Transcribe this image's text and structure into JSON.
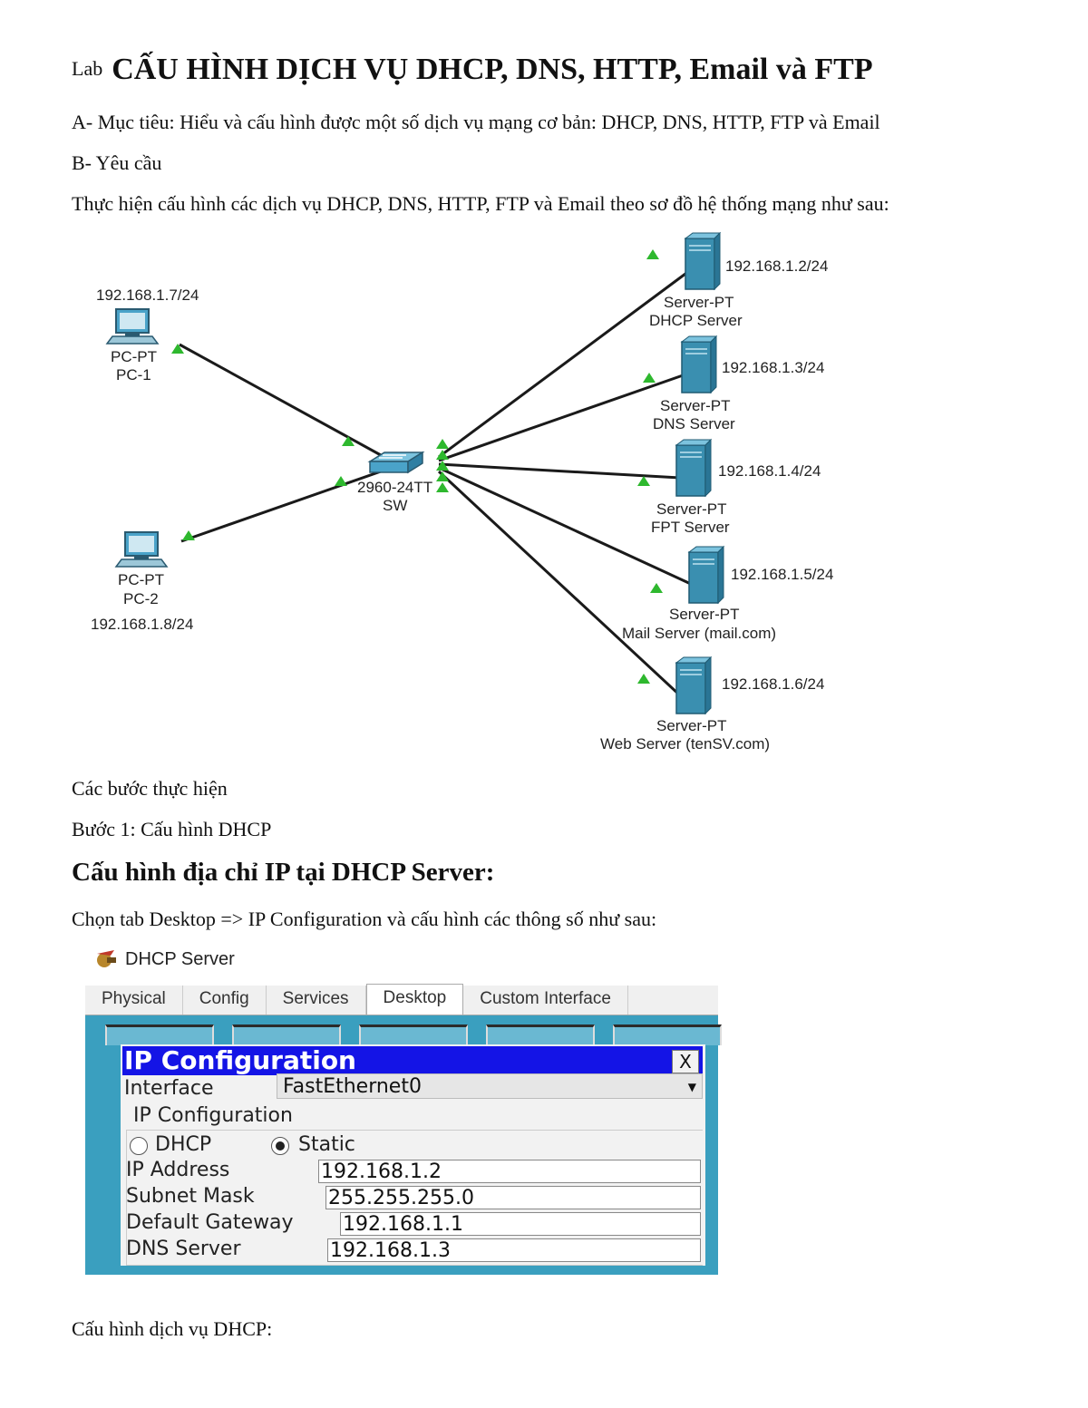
{
  "title": {
    "prefix": "Lab",
    "main": "CẤU HÌNH DỊCH VỤ DHCP, DNS, HTTP, Email và FTP"
  },
  "paragraphs": {
    "objective": "A- Mục tiêu: Hiểu và cấu hình được một số dịch vụ mạng cơ bản: DHCP, DNS, HTTP, FTP và Email",
    "requirements": "B- Yêu cầu",
    "instruction": "Thực hiện cấu hình các dịch vụ DHCP, DNS, HTTP, FTP và Email theo sơ đồ hệ  thống mạng như sau:",
    "steps": "Các bước thực hiện",
    "step1": "Bước 1: Cấu hình DHCP",
    "heading": "Cấu hình địa chỉ IP tại DHCP Server:",
    "select_tab": "Chọn tab Desktop => IP Configuration và cấu hình các thông số như sau:",
    "dhcp_service": "Cấu hình dịch vụ DHCP:"
  },
  "diagram": {
    "switch": {
      "model": "2960-24TT",
      "name": "SW"
    },
    "pcs": [
      {
        "ip": "192.168.1.7/24",
        "type": "PC-PT",
        "name": "PC-1"
      },
      {
        "ip": "192.168.1.8/24",
        "type": "PC-PT",
        "name": "PC-2"
      }
    ],
    "servers": [
      {
        "ip": "192.168.1.2/24",
        "type": "Server-PT",
        "name": "DHCP Server"
      },
      {
        "ip": "192.168.1.3/24",
        "type": "Server-PT",
        "name": "DNS Server"
      },
      {
        "ip": "192.168.1.4/24",
        "type": "Server-PT",
        "name": "FPT Server"
      },
      {
        "ip": "192.168.1.5/24",
        "type": "Server-PT",
        "name": "Mail Server (mail.com)"
      },
      {
        "ip": "192.168.1.6/24",
        "type": "Server-PT",
        "name": "Web Server (tenSV.com)"
      }
    ],
    "colors": {
      "link": "#1a1a1a",
      "port_up": "#2eb82e",
      "server": "#3a8fb0",
      "switch": "#4aa3c9"
    }
  },
  "pt_window": {
    "device_title": "DHCP Server",
    "tabs": [
      "Physical",
      "Config",
      "Services",
      "Desktop",
      "Custom Interface"
    ],
    "active_tab": "Desktop",
    "dialog": {
      "title": "IP Configuration",
      "close": "X",
      "interface_label": "Interface",
      "interface_value": "FastEthernet0",
      "group_label": "IP Configuration",
      "dhcp_label": "DHCP",
      "static_label": "Static",
      "mode": "Static",
      "ip_label": "IP Address",
      "ip_value": "192.168.1.2",
      "mask_label": "Subnet Mask",
      "mask_value": "255.255.255.0",
      "gateway_label": "Default Gateway",
      "gateway_value": "192.168.1.1",
      "dns_label": "DNS Server",
      "dns_value": "192.168.1.3"
    },
    "colors": {
      "title_bar": "#1414e6",
      "desktop_bg": "#3a9fbf"
    }
  }
}
